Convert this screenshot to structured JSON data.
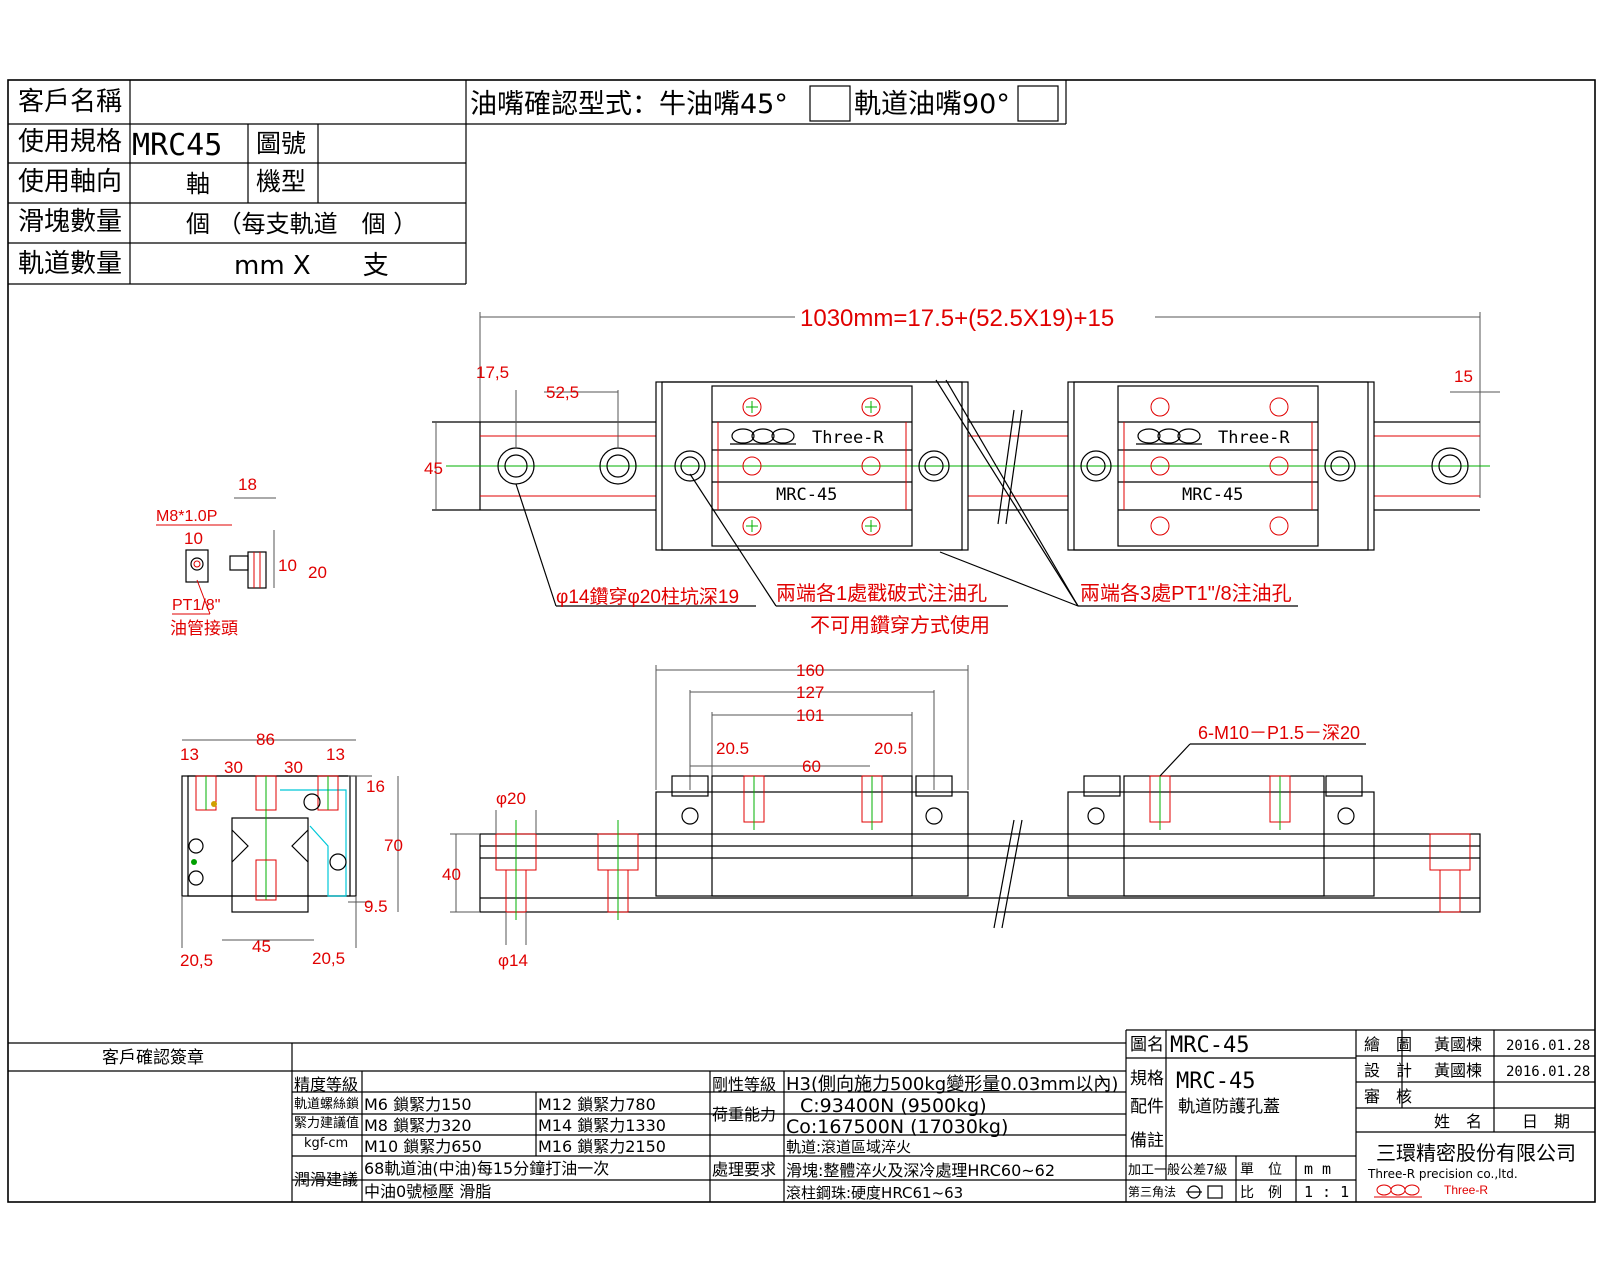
{
  "header": {
    "customer_name_label": "客戶名稱",
    "oil_nozzle_confirm": "油嘴確認型式：牛油嘴45°",
    "rail_nozzle": "軌道油嘴90°",
    "spec_label": "使用規格",
    "spec_value": "MRC45",
    "drawing_no_label": "圖號",
    "axis_label": "使用軸向",
    "axis_value": "軸",
    "model_label": "機型",
    "block_qty_label": "滑塊數量",
    "block_qty_value": "個 （每支軌道　個 ）",
    "rail_qty_label": "軌道數量",
    "rail_qty_value": "mm X　　支"
  },
  "top_view": {
    "total_length": "1030mm=17.5+(52.5X19)+15",
    "dim_17_5": "17,5",
    "dim_52_5": "52,5",
    "dim_15": "15",
    "dim_45": "45",
    "brand": "Three-R",
    "model": "MRC-45",
    "note_hole": "φ14鑽穿φ20柱坑深19",
    "note_oil_hole": "兩端各1處戳破式注油孔",
    "note_no_drill": "不可用鑽穿方式使用",
    "note_pt": "兩端各3處PT1\"/8注油孔"
  },
  "fitting_view": {
    "dim_18": "18",
    "thread": "M8*1.0P",
    "dim_10a": "10",
    "dim_10b": "10",
    "dim_20": "20",
    "pt": "PT1/8\"",
    "name": "油管接頭"
  },
  "end_view": {
    "dim_86": "86",
    "dim_13a": "13",
    "dim_30a": "30",
    "dim_30b": "30",
    "dim_13b": "13",
    "dim_16": "16",
    "dim_70": "70",
    "dim_9_5": "9.5",
    "dim_45": "45",
    "dim_20_5a": "20,5",
    "dim_20_5b": "20,5"
  },
  "side_view": {
    "dim_160": "160",
    "dim_127": "127",
    "dim_101": "101",
    "dim_20_5a": "20.5",
    "dim_20_5b": "20.5",
    "dim_60": "60",
    "tap": "6-M10－P1.5－深20",
    "dim_phi20": "φ20",
    "dim_40": "40",
    "dim_phi14": "φ14"
  },
  "bottom": {
    "customer_sign": "客戶確認簽章",
    "precision_label": "精度等級",
    "rigidity_label": "剛性等級",
    "rigidity_value": "H3(側向施力500kg變形量0.03mm以內)",
    "bolt_label_1": "軌道螺絲鎖",
    "bolt_label_2": "緊力建議值",
    "bolt_label_3": "kgf-cm",
    "m6": "M6 鎖緊力150",
    "m12": "M12 鎖緊力780",
    "m8": "M8 鎖緊力320",
    "m14": "M14 鎖緊力1330",
    "m10": "M10 鎖緊力650",
    "m16": "M16 鎖緊力2150",
    "load_label": "荷重能力",
    "load_c": "C:93400N (9500kg)",
    "load_c0": "Co:167500N (17030kg)",
    "lube_label": "潤滑建議",
    "lube_1": "68軌道油(中油)每15分鐘打油一次",
    "lube_2": "中油0號極壓 滑脂",
    "treat_label": "處理要求",
    "treat_1": "軌道:滾道區域淬火",
    "treat_2": "滑塊:整體淬火及深冷處理HRC60~62",
    "treat_3": "滾柱鋼珠:硬度HRC61~63",
    "title_label": "圖名",
    "title_value": "MRC-45",
    "spec_label": "規格",
    "spec_value": "MRC-45",
    "parts_label": "配件",
    "parts_value": "軌道防護孔蓋",
    "note_label": "備註",
    "tol": "加工一般公差7級",
    "unit_label": "單　位",
    "unit_value": "m m",
    "projection": "第三角法",
    "scale_label": "比　例",
    "scale_value": "1 : 1",
    "draw_label": "繪　圖",
    "draw_name": "黃國楝",
    "draw_date": "2016.01.28",
    "design_label": "設　計",
    "design_name": "黃國楝",
    "design_date": "2016.01.28",
    "check_label": "審　核",
    "name_label": "姓　名",
    "date_label": "日　期",
    "company": "三環精密股份有限公司",
    "company_en": "Three-R precision co.,ltd.",
    "brand": "Three-R"
  }
}
